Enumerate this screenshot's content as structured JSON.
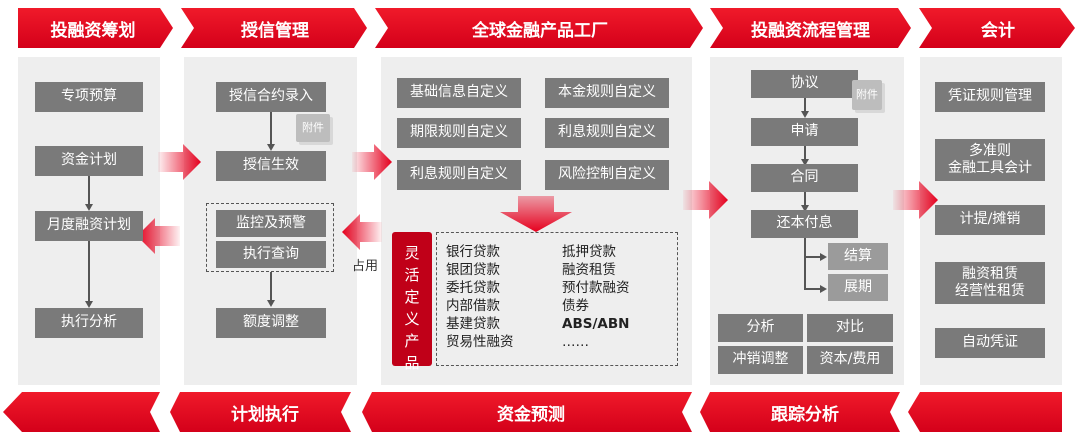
{
  "top_stages": [
    "投融资筹划",
    "授信管理",
    "全球金融产品工厂",
    "投融资流程管理",
    "会计"
  ],
  "bottom_stages": [
    "计划执行",
    "资金预测",
    "跟踪分析"
  ],
  "planning": {
    "items": [
      "专项预算",
      "资金计划",
      "月度融资计划",
      "执行分析"
    ]
  },
  "credit": {
    "contract_entry": "授信合约录入",
    "attachment": "附件",
    "effective": "授信生效",
    "monitor": "监控及预警",
    "query": "执行查询",
    "adjust": "额度调整",
    "occupy_label": "占用"
  },
  "factory": {
    "rules": [
      "基础信息自定义",
      "本金规则自定义",
      "期限规则自定义",
      "利息规则自定义",
      "利息规则自定义",
      "风险控制自定义"
    ],
    "flex_label": "灵活定义产品",
    "products_col1": [
      "银行贷款",
      "银团贷款",
      "委托贷款",
      "内部借款",
      "基建贷款",
      "贸易性融资"
    ],
    "products_col2": [
      "抵押贷款",
      "融资租赁",
      "预付款融资",
      "债券",
      "ABS/ABN",
      "……"
    ]
  },
  "flow": {
    "steps": [
      "协议",
      "申请",
      "合同",
      "还本付息"
    ],
    "attachment": "附件",
    "branches": [
      "结算",
      "展期"
    ],
    "grid": [
      "分析",
      "对比",
      "冲销调整",
      "资本/费用"
    ]
  },
  "accounting": {
    "items": [
      "凭证规则管理",
      "多准则\n金融工具会计",
      "计提/摊销",
      "融资租赁\n经营性租赁",
      "自动凭证"
    ]
  },
  "colors": {
    "red": "#e6001e",
    "gray_box": "#7a7a7a",
    "panel": "#eeeeee"
  }
}
